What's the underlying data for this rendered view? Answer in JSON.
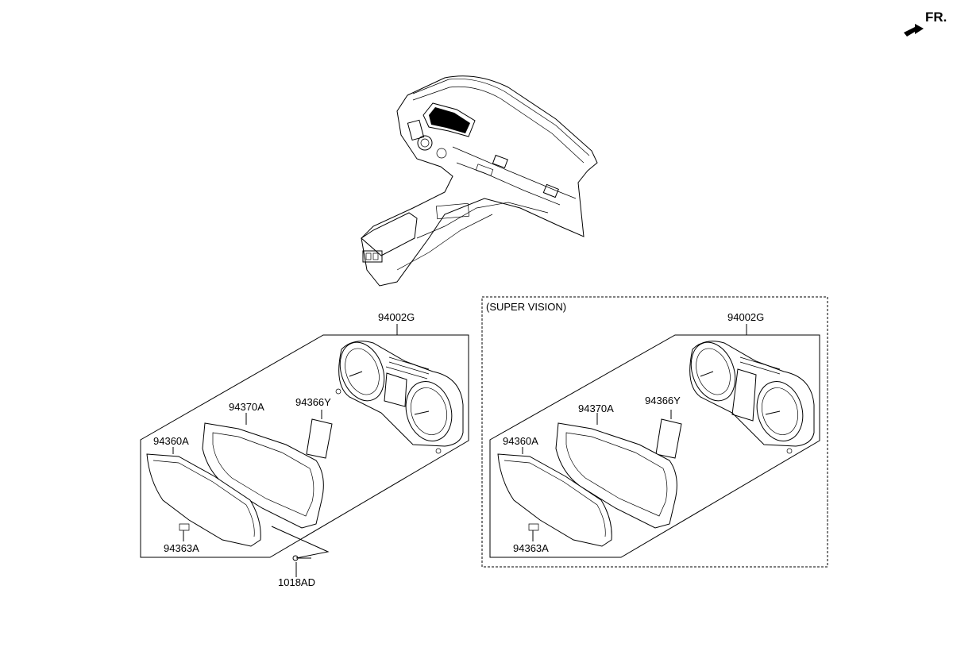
{
  "orientation": {
    "label": "FR."
  },
  "groups": [
    {
      "id": "standard",
      "title": "",
      "parts": {
        "cluster_assy": "94002G",
        "lcd_window": "94366Y",
        "mask": "94370A",
        "window_glass": "94360A",
        "clip": "94363A",
        "screw": "1018AD"
      }
    },
    {
      "id": "super_vision",
      "title": "(SUPER VISION)",
      "parts": {
        "cluster_assy": "94002G",
        "lcd_window": "94366Y",
        "mask": "94370A",
        "window_glass": "94360A",
        "clip": "94363A"
      }
    }
  ]
}
